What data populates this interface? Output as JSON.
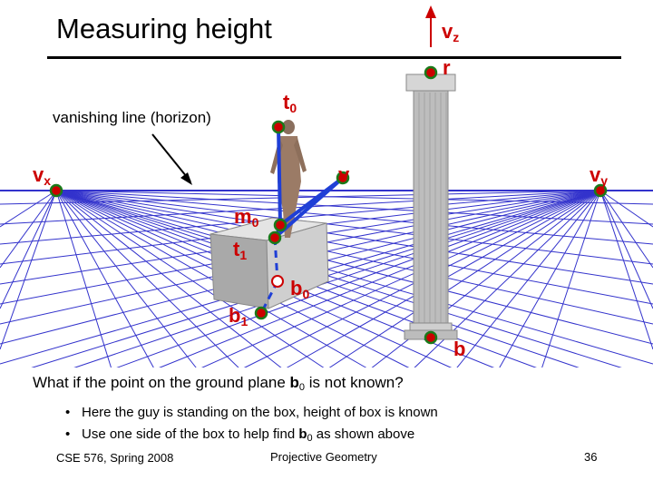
{
  "slide": {
    "title": "Measuring height",
    "horizon_caption": "vanishing line (horizon)",
    "question_prefix": "What if the point on the ground plane ",
    "question_bold": "b",
    "question_sub": "0",
    "question_suffix": " is not known?",
    "bullets": [
      {
        "text": "Here the guy is standing on the box, height of box is known"
      },
      {
        "pre": "Use one side of the box to help find ",
        "bold": "b",
        "sub": "0",
        "post": " as shown above"
      }
    ],
    "bullet_glyph": "•",
    "footer_left": "CSE 576, Spring 2008",
    "footer_center": "Projective Geometry",
    "page_number": "36"
  },
  "labels": {
    "vz": {
      "main": "v",
      "sub": "z"
    },
    "r": {
      "main": "r",
      "sub": ""
    },
    "t0": {
      "main": "t",
      "sub": "0"
    },
    "vx": {
      "main": "v",
      "sub": "x"
    },
    "v": {
      "main": "v",
      "sub": ""
    },
    "vy": {
      "main": "v",
      "sub": "y"
    },
    "m0": {
      "main": "m",
      "sub": "0"
    },
    "t1": {
      "main": "t",
      "sub": "1"
    },
    "b0": {
      "main": "b",
      "sub": "0"
    },
    "b1": {
      "main": "b",
      "sub": "1"
    },
    "b": {
      "main": "b",
      "sub": ""
    }
  },
  "colors": {
    "perspective_lines": "#3333cc",
    "construction_lines": "#1f3fd6",
    "point_fill": "#cc0000",
    "point_stroke": "#1a7a1a",
    "label_text": "#cc0000",
    "box_front": "#cfcfcf",
    "box_side": "#a9a9a9",
    "box_top": "#e4e4e4",
    "column": "#bdbdbd"
  }
}
